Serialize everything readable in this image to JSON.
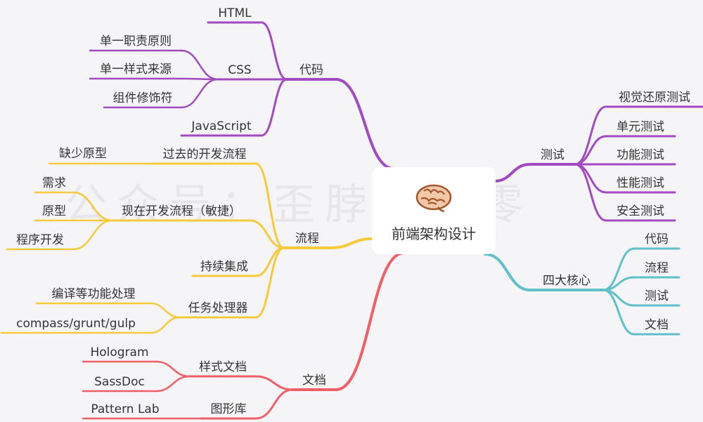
{
  "watermark": "公众号：歪脖贰点零",
  "root": {
    "label": "前端架构设计",
    "icon": "brain-icon"
  },
  "colors": {
    "code": "#a24ac2",
    "process": "#f7ca3c",
    "docs": "#ef5f67",
    "test": "#a24ac2",
    "core": "#5fc0c9",
    "root_bg": "#ffffff",
    "background": "#f5f4f7"
  },
  "branches": {
    "code": {
      "label": "代码",
      "children": [
        {
          "label": "HTML"
        },
        {
          "label": "CSS",
          "children": [
            {
              "label": "单一职责原则"
            },
            {
              "label": "单一样式来源"
            },
            {
              "label": "组件修饰符"
            }
          ]
        },
        {
          "label": "JavaScript"
        }
      ]
    },
    "process": {
      "label": "流程",
      "children": [
        {
          "label": "过去的开发流程",
          "children": [
            {
              "label": "缺少原型"
            }
          ]
        },
        {
          "label": "现在开发流程（敏捷）",
          "children": [
            {
              "label": "需求"
            },
            {
              "label": "原型"
            },
            {
              "label": "程序开发"
            }
          ]
        },
        {
          "label": "持续集成"
        },
        {
          "label": "任务处理器",
          "children": [
            {
              "label": "编译等功能处理"
            },
            {
              "label": "compass/grunt/gulp"
            }
          ]
        }
      ]
    },
    "docs": {
      "label": "文档",
      "children": [
        {
          "label": "样式文档",
          "children": [
            {
              "label": "Hologram"
            },
            {
              "label": "SassDoc"
            }
          ]
        },
        {
          "label": "图形库",
          "children": [
            {
              "label": "Pattern Lab"
            }
          ]
        }
      ]
    },
    "test": {
      "label": "测试",
      "children": [
        {
          "label": "视觉还原测试"
        },
        {
          "label": "单元测试"
        },
        {
          "label": "功能测试"
        },
        {
          "label": "性能测试"
        },
        {
          "label": "安全测试"
        }
      ]
    },
    "core": {
      "label": "四大核心",
      "children": [
        {
          "label": "代码"
        },
        {
          "label": "流程"
        },
        {
          "label": "测试"
        },
        {
          "label": "文档"
        }
      ]
    }
  }
}
